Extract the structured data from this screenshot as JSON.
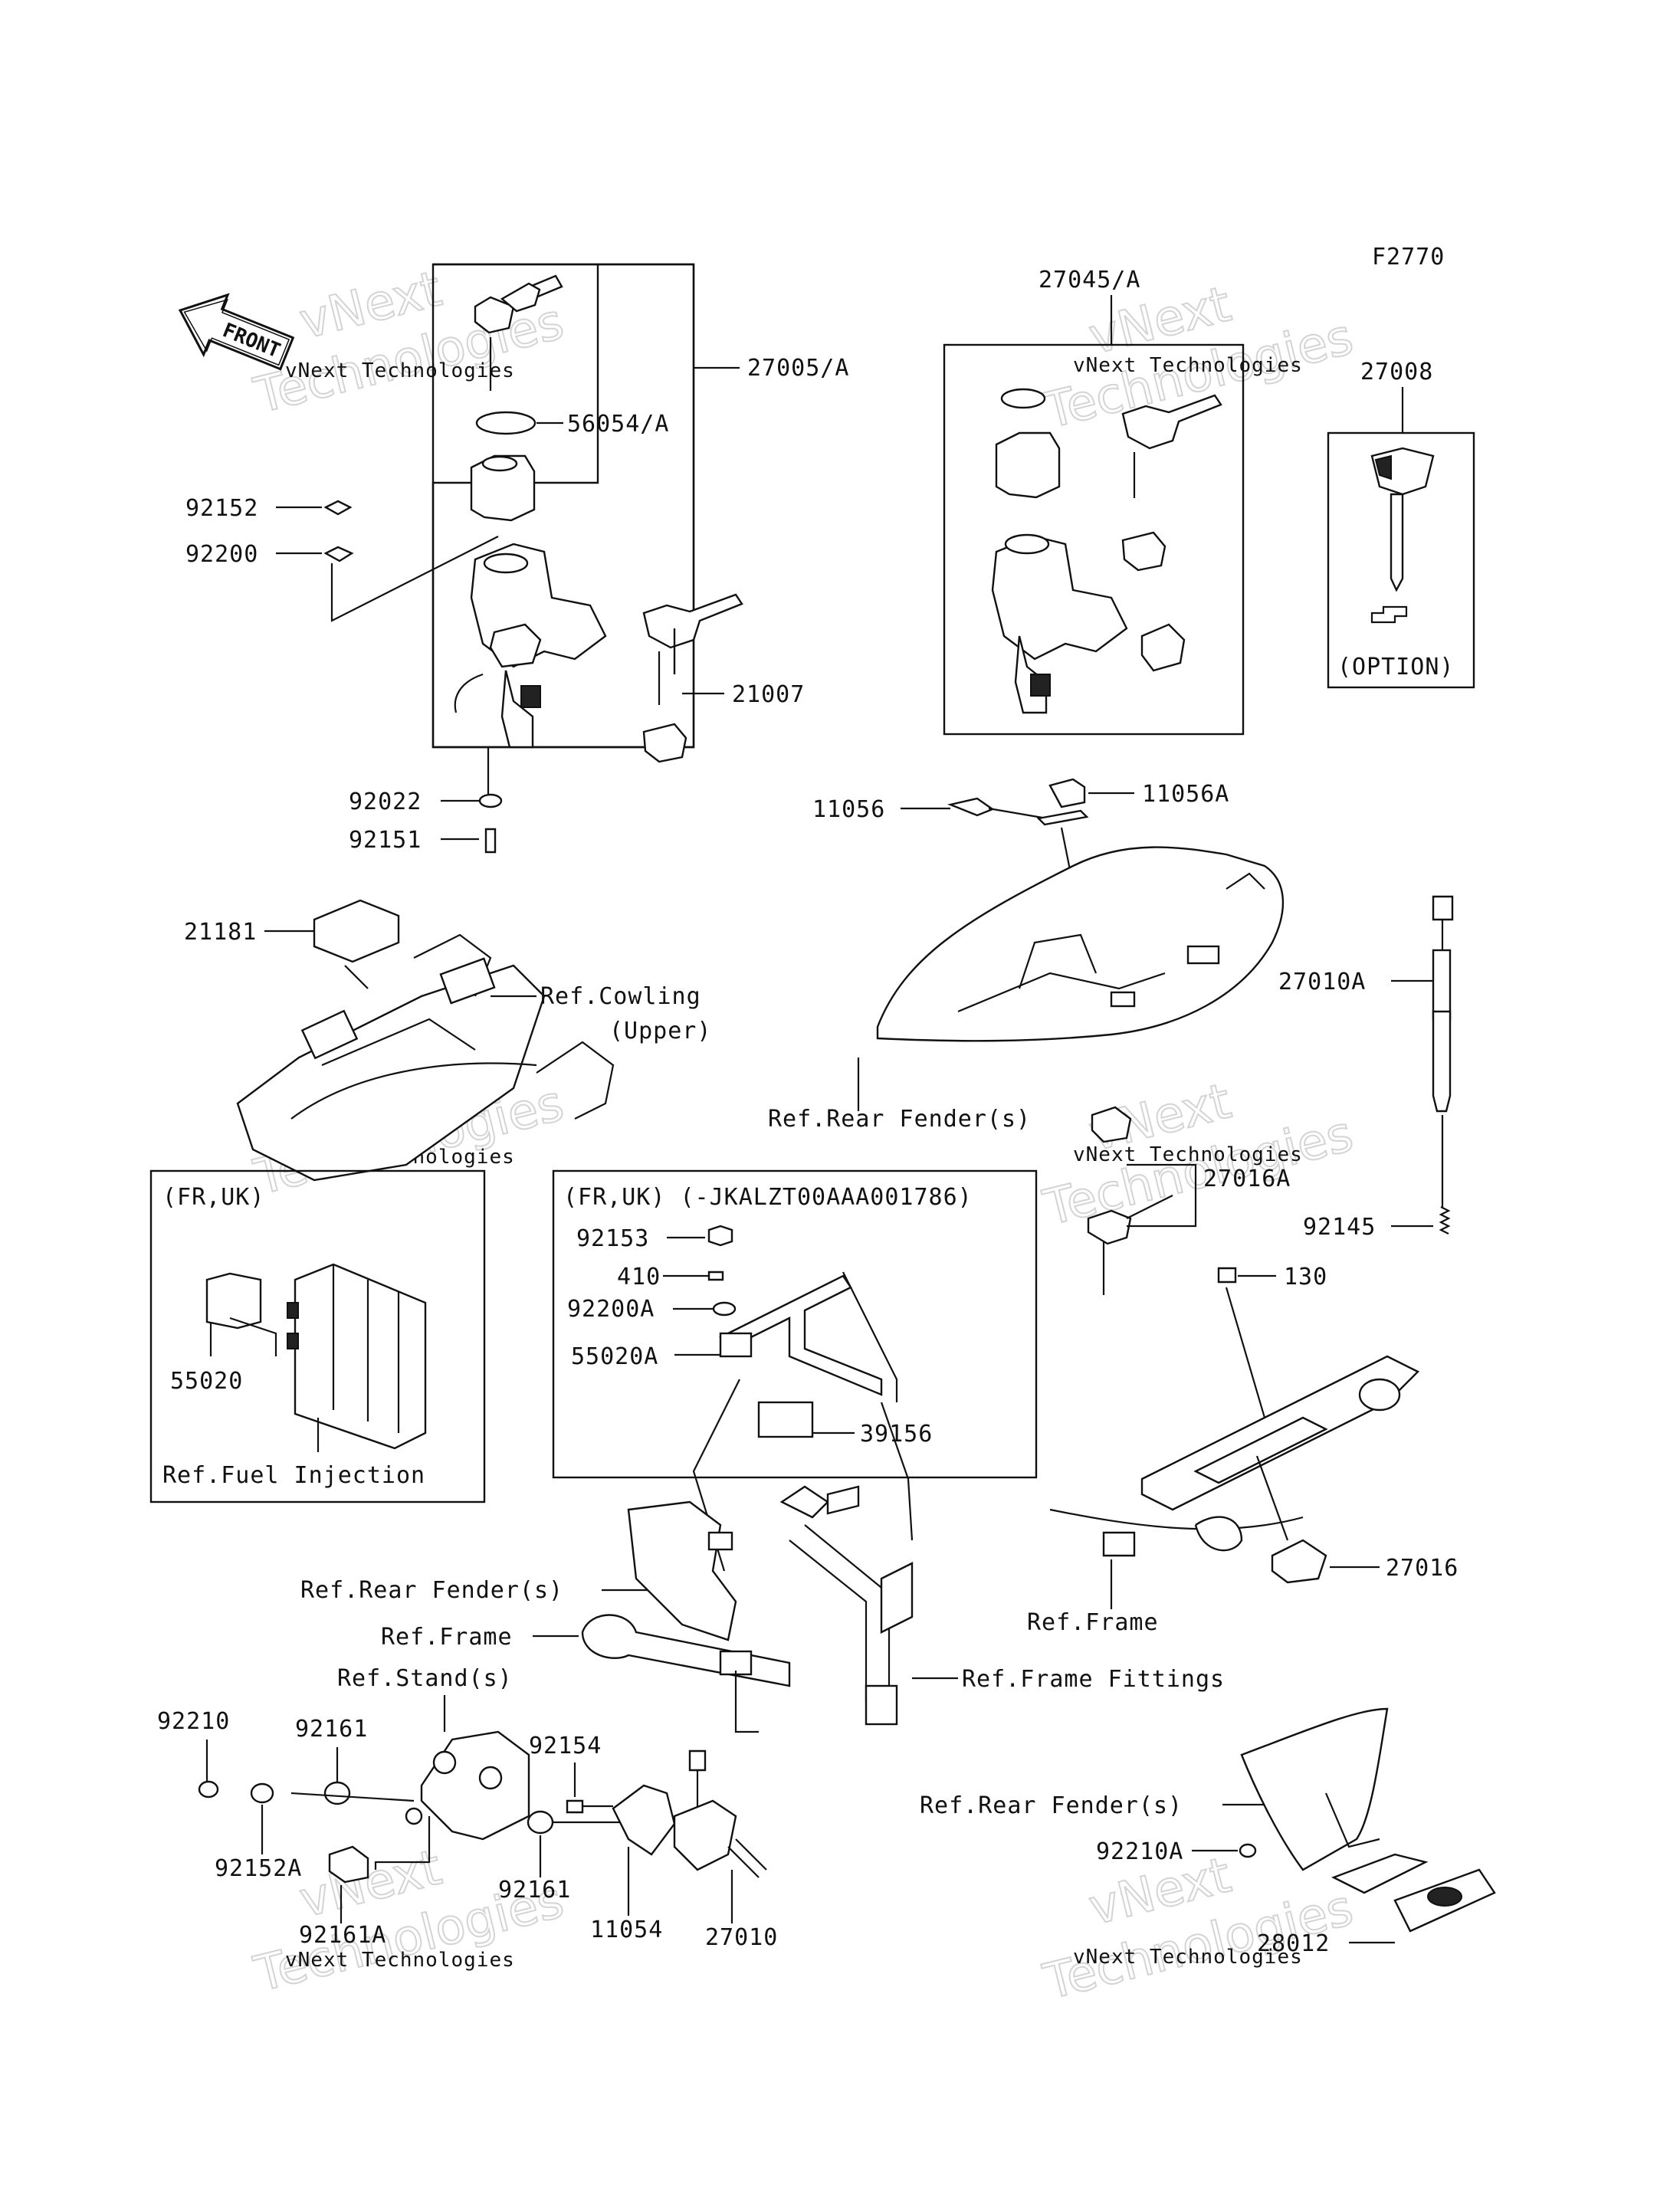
{
  "figure_code": "F2770",
  "front_arrow": "FRONT",
  "watermark": {
    "line1": "vNext Technologies",
    "line2": "vNext",
    "line3": "Technologies"
  },
  "labels": {
    "p27005": "27005/A",
    "p56054": "56054/A",
    "p92152": "92152",
    "p92200": "92200",
    "p21007": "21007",
    "p92022": "92022",
    "p92151": "92151",
    "p27045": "27045/A",
    "p27008": "27008",
    "option": "(OPTION)",
    "p11056": "11056",
    "p11056A": "11056A",
    "p21181": "21181",
    "ref_cowling": "Ref.Cowling",
    "upper": "(Upper)",
    "ref_rear_fender_1": "Ref.Rear Fender(s)",
    "p27010A": "27010A",
    "p27016A": "27016A",
    "p92145": "92145",
    "p130": "130",
    "box1_title": "(FR,UK)",
    "p55020": "55020",
    "ref_fuel_injection": "Ref.Fuel Injection",
    "box2_title": "(FR,UK) (-JKALZT00AAA001786)",
    "p92153": "92153",
    "p410": "410",
    "p92200A": "92200A",
    "p55020A": "55020A",
    "p39156": "39156",
    "p27016": "27016",
    "ref_rear_fender_2": "Ref.Rear Fender(s)",
    "ref_frame_1": "Ref.Frame",
    "ref_frame_2": "Ref.Frame",
    "ref_stand": "Ref.Stand(s)",
    "ref_frame_fittings": "Ref.Frame Fittings",
    "p92210": "92210",
    "p92161_a": "92161",
    "p92152A": "92152A",
    "p92161A": "92161A",
    "p92154": "92154",
    "p92161_b": "92161",
    "p11054": "11054",
    "p27010": "27010",
    "ref_rear_fender_3": "Ref.Rear Fender(s)",
    "p92210A": "92210A",
    "p28012": "28012"
  }
}
